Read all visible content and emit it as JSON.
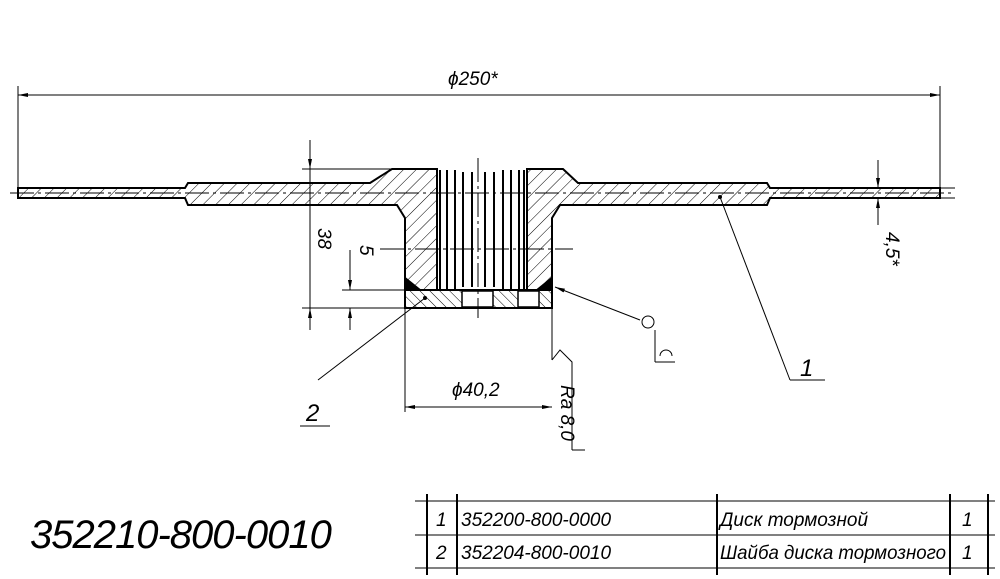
{
  "drawing": {
    "part_number": "352210-800-0010",
    "dimensions": {
      "outer_diameter": "ϕ250*",
      "thickness": "4,5*",
      "hub_height": "38",
      "washer_thickness": "5",
      "washer_diameter": "ϕ40,2",
      "roughness": "Ra 8,0"
    },
    "callouts": [
      "1",
      "2"
    ]
  },
  "parts_table": {
    "rows": [
      {
        "pos": "1",
        "designation": "352200-800-0000",
        "name": "Диск тормозной",
        "qty": "1"
      },
      {
        "pos": "2",
        "designation": "352204-800-0010",
        "name": "Шайба диска тормозного",
        "qty": "1"
      }
    ]
  }
}
